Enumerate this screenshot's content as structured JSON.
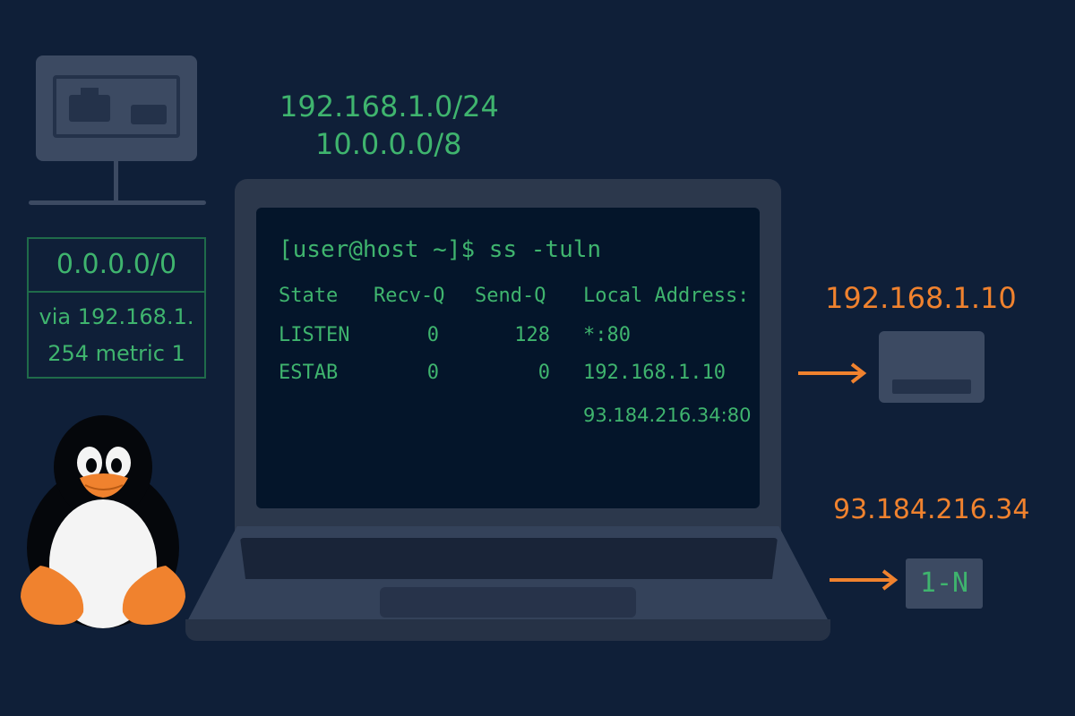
{
  "subnets": [
    "192.168.1.0/24",
    "10.0.0.0/8"
  ],
  "route": {
    "destination": "0.0.0.0/0",
    "via_line1": "via 192.168.1.",
    "via_line2": "254 metric 1"
  },
  "terminal": {
    "prompt": "[user@host ~]$ ss -tuln",
    "headers": [
      "State",
      "Recv-Q",
      "Send-Q",
      "Local Address:"
    ],
    "rows": [
      {
        "state": "LISTEN",
        "recv_q": "0",
        "send_q": "128",
        "local": "*:80"
      },
      {
        "state": "ESTAB",
        "recv_q": "0",
        "send_q": "0",
        "local": "192.168.1.10",
        "peer": "93.184.216.34:80"
      }
    ]
  },
  "local_host": {
    "ip": "192.168.1.10"
  },
  "remote_host": {
    "ip": "93.184.216.34",
    "label": "1-N"
  },
  "colors": {
    "background": "#0f1f38",
    "terminal_green": "#3fb46e",
    "accent_orange": "#f0822e",
    "device_gray": "#3c4a62"
  },
  "icons": [
    "router-icon",
    "laptop-icon",
    "tux-penguin-icon",
    "arrow-right-icon",
    "server-icon"
  ]
}
